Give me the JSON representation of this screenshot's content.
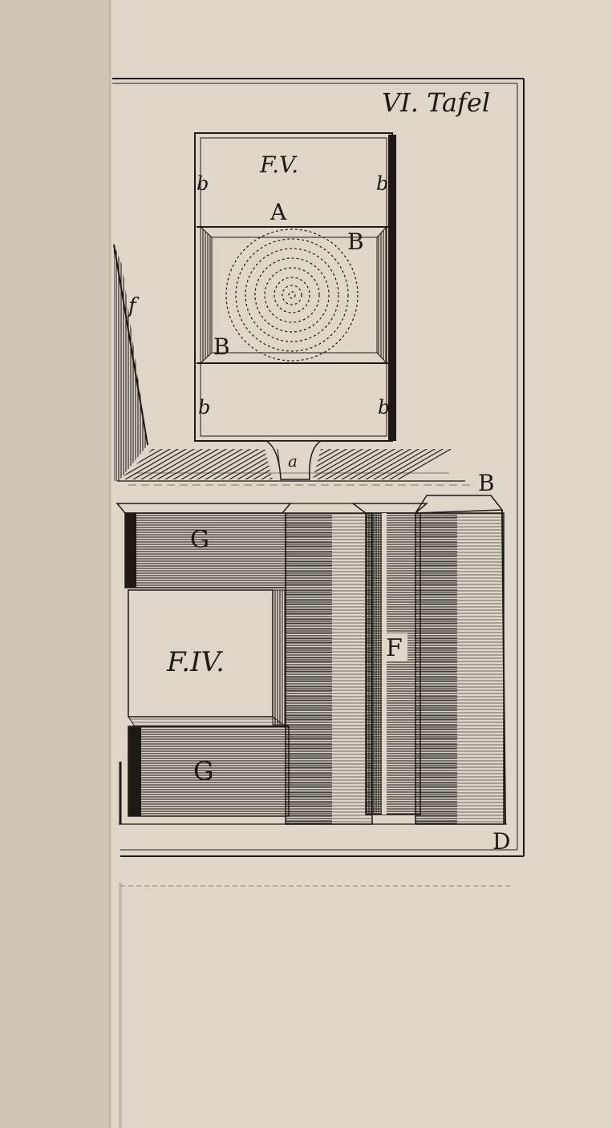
{
  "plate": {
    "title": "VI. Tafel",
    "labels": {
      "fig_upper": "F.V.",
      "fig_lower": "F.IV.",
      "A": "A",
      "B_upper_right": "B",
      "B_left": "B",
      "B_right_ground": "B",
      "b_top_left": "b",
      "b_top_right": "b",
      "b_bottom_left": "b",
      "b_bottom_right": "b",
      "a_base": "a",
      "f_left": "f",
      "G_top": "G",
      "G_bottom": "G",
      "F": "F",
      "D": "D"
    }
  },
  "colors": {
    "paper": "#ddd6c9",
    "ink": "#1d1a16"
  }
}
